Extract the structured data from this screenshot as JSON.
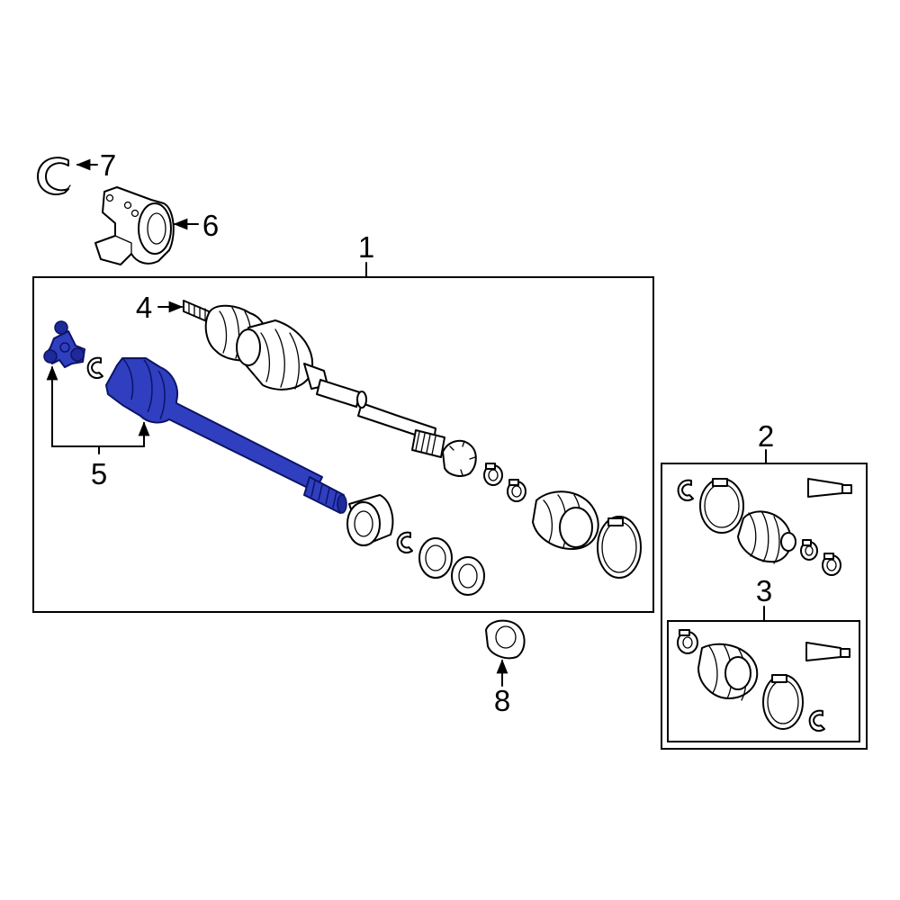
{
  "diagram": {
    "highlight_color": "#2f3fbf",
    "callouts": [
      {
        "id": "1",
        "text": "1"
      },
      {
        "id": "2",
        "text": "2"
      },
      {
        "id": "3",
        "text": "3"
      },
      {
        "id": "4",
        "text": "4"
      },
      {
        "id": "5",
        "text": "5"
      },
      {
        "id": "6",
        "text": "6"
      },
      {
        "id": "7",
        "text": "7"
      },
      {
        "id": "8",
        "text": "8"
      }
    ]
  }
}
